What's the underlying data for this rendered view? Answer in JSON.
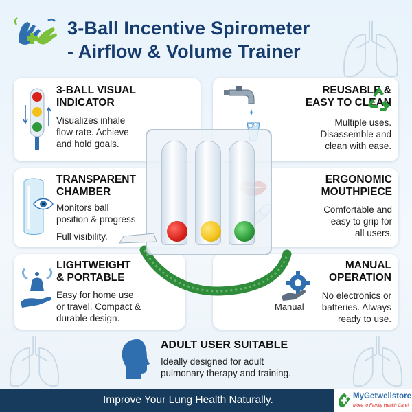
{
  "title": {
    "line1": "3-Ball Incentive Spirometer",
    "line2": "- Airflow & Volume Trainer"
  },
  "features": {
    "visual_indicator": {
      "heading_1": "3-BALL VISUAL",
      "heading_2": "INDICATOR",
      "body": [
        "Visualizes inhale",
        "flow rate. Achieve",
        "and hold goals."
      ]
    },
    "transparent": {
      "heading_1": "TRANSPARENT",
      "heading_2": "CHAMBER",
      "body": [
        "Monitors ball",
        "position & progress"
      ],
      "extra": "Full visibility."
    },
    "lightweight": {
      "heading_1": "LIGHTWEIGHT",
      "heading_2": "& PORTABLE",
      "body": [
        "Easy for home use",
        "or travel. Compact &",
        "durable design."
      ]
    },
    "reusable": {
      "heading_1": "REUSABLE &",
      "heading_2": "EASY TO CLEAN",
      "body": [
        "Multiple uses.",
        "Disassemble and",
        "clean with ease."
      ]
    },
    "ergonomic": {
      "heading_1": "ERGONOMIC",
      "heading_2": "MOUTHPIECE",
      "body": [
        "Comfortable and",
        "easy to grip for",
        "all users."
      ]
    },
    "manual": {
      "heading_1": "MANUAL",
      "heading_2": "OPERATION",
      "icon_label": "Manual",
      "body": [
        "No electronics or",
        "batteries. Always",
        "ready to use."
      ]
    },
    "adult": {
      "heading": "ADULT USER SUITABLE",
      "body": [
        "Ideally designed for adult",
        "pulmonary therapy and training."
      ]
    }
  },
  "footer": {
    "tagline": "Improve Your Lung Health Naturally.",
    "brand": "MyGetwellstore",
    "brand_tagline": "More to Family Health Care!"
  },
  "colors": {
    "title": "#163c6e",
    "footer_bg": "#173b5c",
    "ball_red": "#d8231c",
    "ball_yellow": "#f2c21a",
    "ball_green": "#2e9a3a",
    "hose": "#2f8c3a",
    "icon_blue": "#2f6fb0"
  },
  "icons": [
    "hands-logo-icon",
    "traffic-light-icon",
    "cylinder-icon",
    "eye-icon",
    "bell-hand-icon",
    "faucet-icon",
    "recycle-icon",
    "lips-icon",
    "mouthpiece-icon",
    "gear-hand-icon",
    "head-silhouette-icon",
    "lungs-icon"
  ]
}
